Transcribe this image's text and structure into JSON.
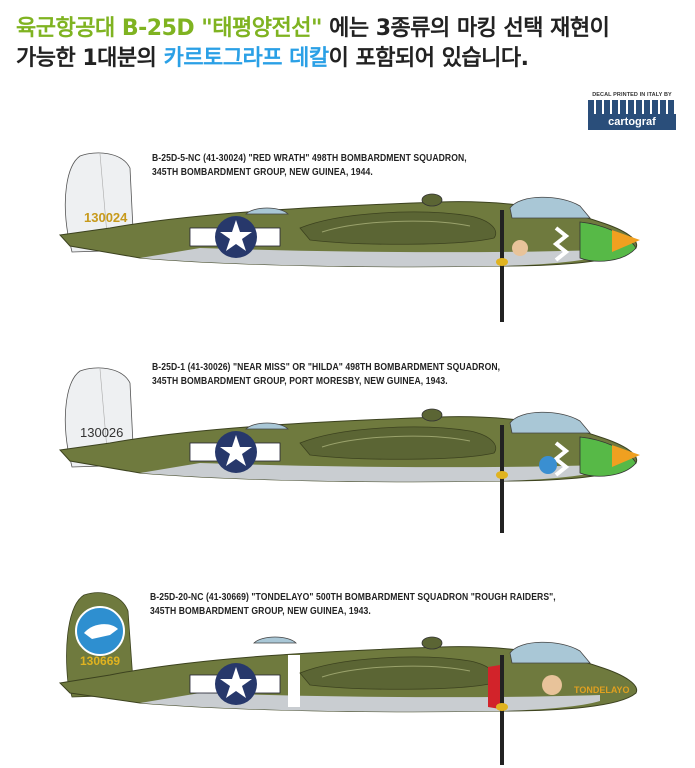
{
  "headline": {
    "line1_part1": "육군항공대 B-25D \"태평양전선\"",
    "line1_part2": " 에는 3종류의 마킹 선택 재현이",
    "line2_part1": "가능한 1대분의 ",
    "line2_part2": "카르토그라프 데칼",
    "line2_part3": "이 포함되어 있습니다."
  },
  "decal_badge": {
    "top_text": "DECAL PRINTED IN ITALY BY",
    "brand": "cartograf"
  },
  "colors": {
    "olive": "#6f7a3e",
    "olive_dark": "#5b6534",
    "underside": "#c9cdd1",
    "tail_white": "#eef0f2",
    "headline_green": "#7fb321",
    "headline_blue": "#2aa0e6"
  },
  "markings": [
    {
      "caption_line1": "B-25D-5-NC (41-30024) \"RED WRATH\" 498TH BOMBARDMENT SQUADRON,",
      "caption_line2": "345TH BOMBARDMENT GROUP, NEW GUINEA, 1944.",
      "serial": "130024"
    },
    {
      "caption_line1": "B-25D-1 (41-30026) \"NEAR MISS\" OR \"HILDA\" 498TH BOMBARDMENT SQUADRON,",
      "caption_line2": "345TH BOMBARDMENT GROUP, PORT MORESBY, NEW GUINEA, 1943.",
      "serial": "130026"
    },
    {
      "caption_line1": "B-25D-20-NC (41-30669) \"TONDELAYO\" 500TH BOMBARDMENT SQUADRON \"ROUGH RAIDERS\",",
      "caption_line2": "345TH BOMBARDMENT GROUP, NEW GUINEA, 1943.",
      "serial": "130669",
      "nose_art": "TONDELAYO"
    }
  ]
}
